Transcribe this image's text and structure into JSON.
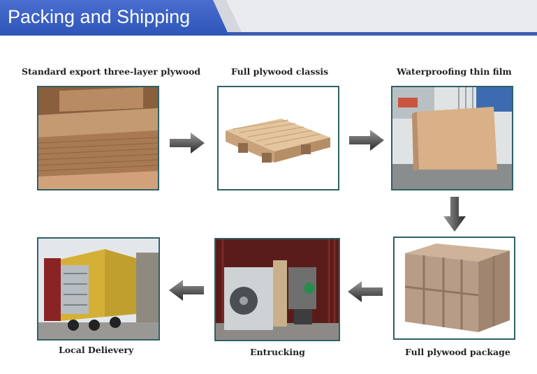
{
  "header": {
    "title": "Packing and Shipping"
  },
  "steps": [
    {
      "label": "Standard export three-layer plywood"
    },
    {
      "label": "Full plywood classis"
    },
    {
      "label": "Waterproofing thin film"
    },
    {
      "label": "Full plywood package"
    },
    {
      "label": "Entrucking"
    },
    {
      "label": "Local Delievery"
    }
  ],
  "colors": {
    "banner": "#3b5cb3",
    "photo_border": "#2f6066",
    "arrow": "#333333"
  },
  "icons": {
    "flow_arrow": "arrow-icon"
  }
}
